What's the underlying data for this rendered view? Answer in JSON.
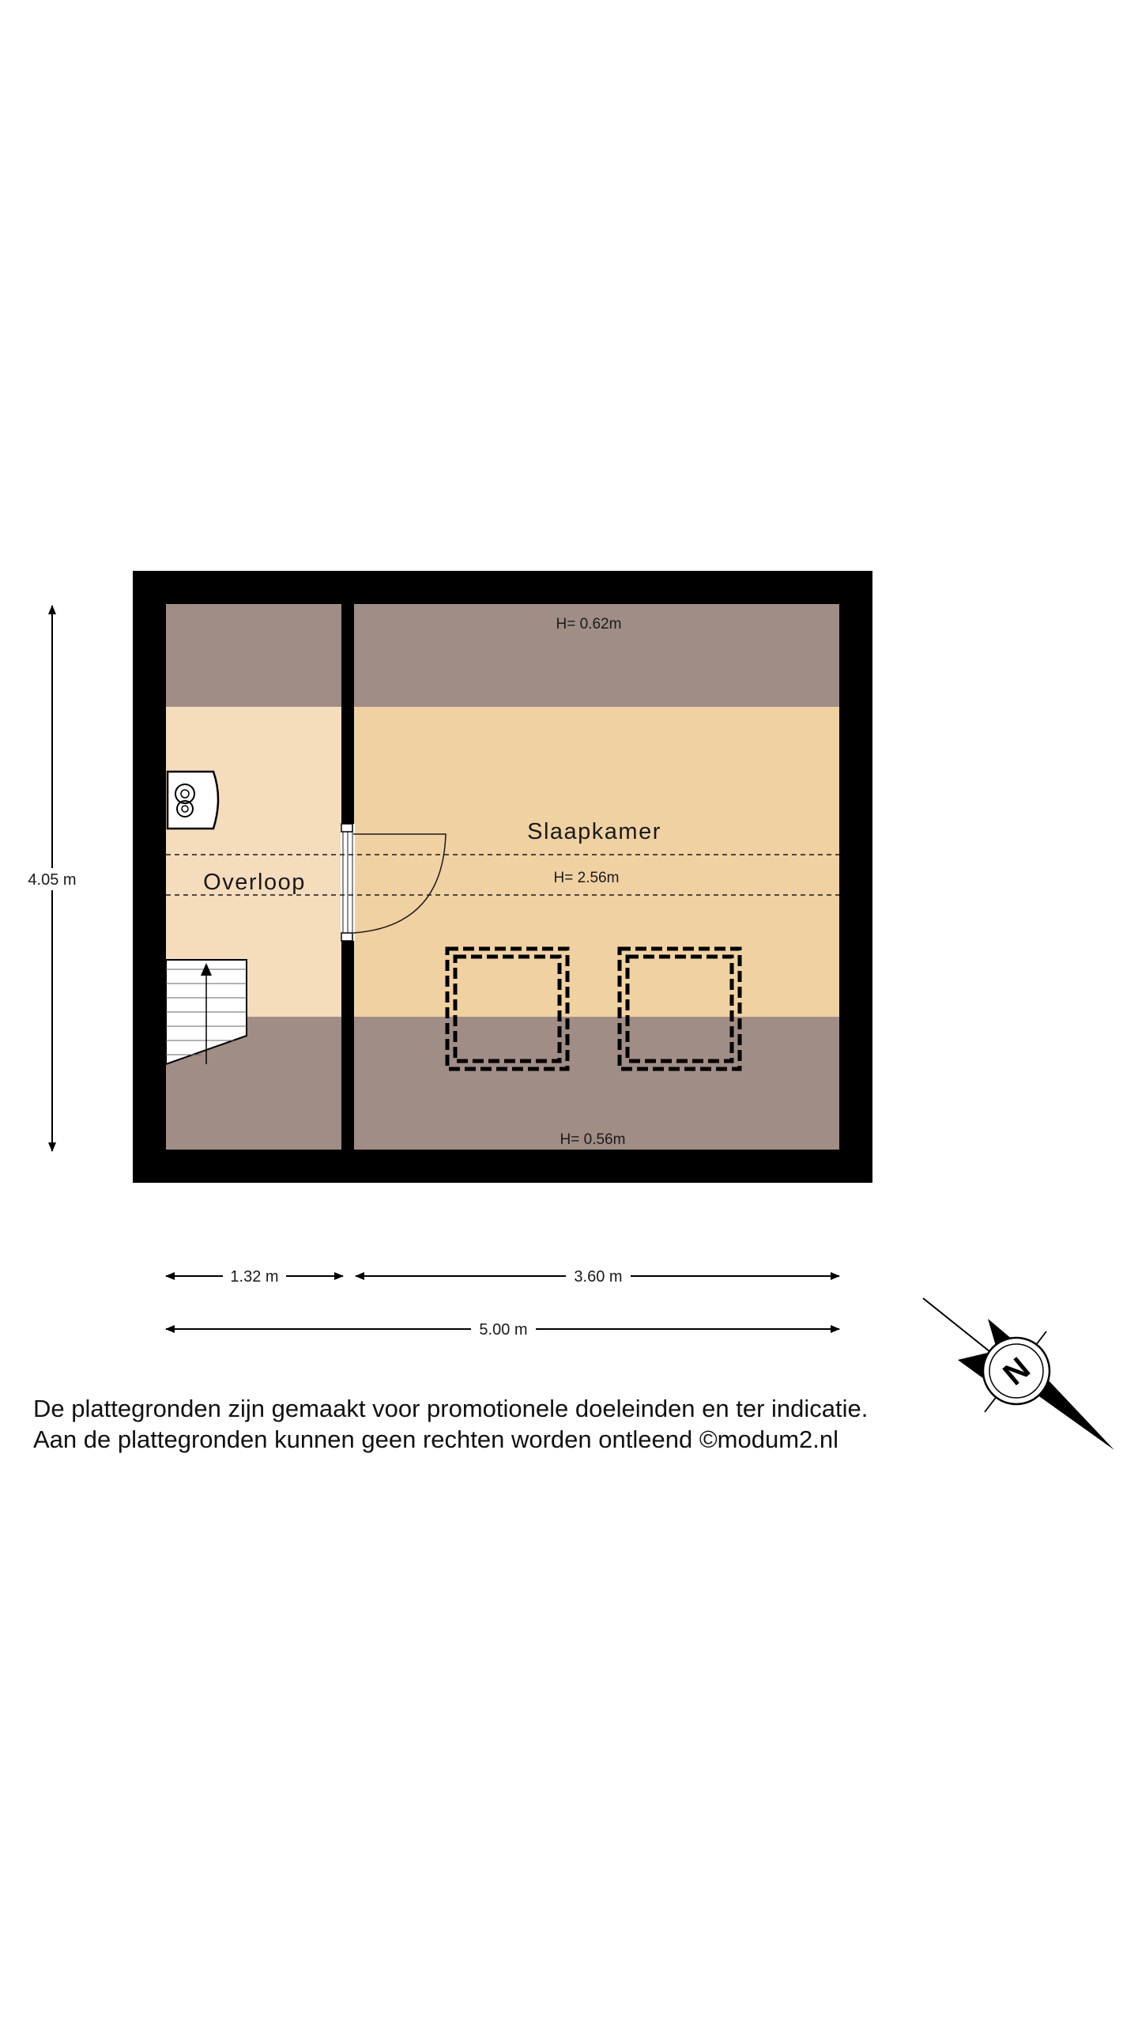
{
  "rooms": {
    "bedroom": {
      "label": "Slaapkamer"
    },
    "landing": {
      "label": "Overloop"
    }
  },
  "heights": {
    "top": "H= 0.62m",
    "middle": "H= 2.56m",
    "bottom": "H= 0.56m"
  },
  "dimensions": {
    "height": "4.05 m",
    "landing_width": "1.32 m",
    "bedroom_width": "3.60 m",
    "total_width": "5.00 m"
  },
  "compass": {
    "letter": "N",
    "icon": "compass-north-icon"
  },
  "disclaimer": {
    "line1": "De plattegronden zijn gemaakt voor promotionele doeleinden en ter indicatie.",
    "line2": "Aan de plattegronden kunnen geen rechten worden ontleend ©modum2.nl"
  },
  "colors": {
    "wall": "#000000",
    "low_ceiling": "#a08d86",
    "bedroom_floor": "#f0d1a2",
    "landing_floor": "#f5dcbc",
    "text": "#1a1a1a"
  }
}
